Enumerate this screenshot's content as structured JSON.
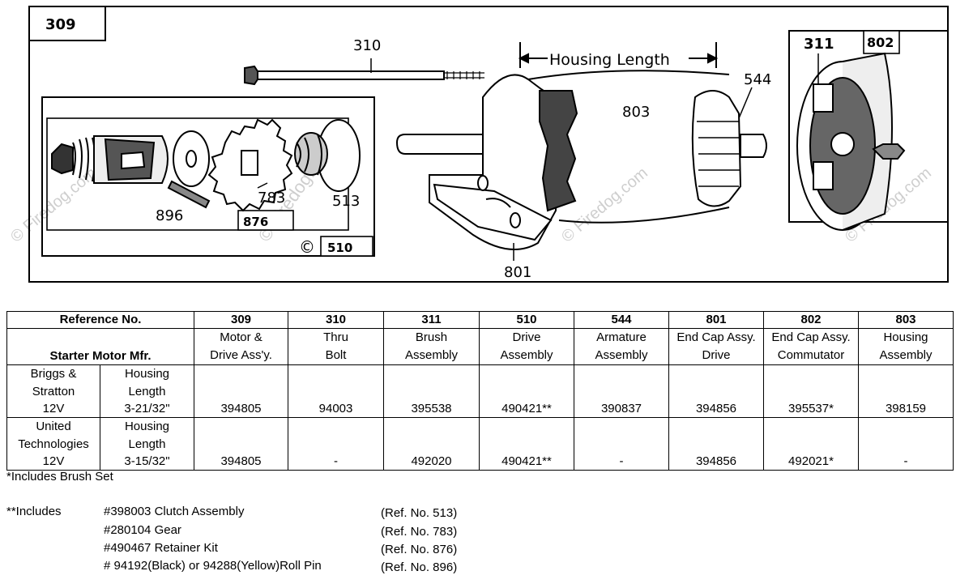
{
  "diagram": {
    "figure_number": "309",
    "callouts": {
      "thru_bolt": "310",
      "brush_assembly": "311",
      "end_cap_commutator": "802",
      "housing_length_label": "Housing Length",
      "armature": "544",
      "housing": "803",
      "drive_assembly_box": "510",
      "retainer_kit_box": "876",
      "gear": "783",
      "clutch": "513",
      "roll_pin": "896",
      "end_cap_drive": "801"
    },
    "watermark": "© Firedog.com"
  },
  "table": {
    "ref_header": "Reference No.",
    "mfr_header": "Starter Motor Mfr.",
    "columns": [
      {
        "ref": "309",
        "desc1": "Motor &",
        "desc2": "Drive Ass'y."
      },
      {
        "ref": "310",
        "desc1": "Thru",
        "desc2": "Bolt"
      },
      {
        "ref": "311",
        "desc1": "Brush",
        "desc2": "Assembly"
      },
      {
        "ref": "510",
        "desc1": "Drive",
        "desc2": "Assembly"
      },
      {
        "ref": "544",
        "desc1": "Armature",
        "desc2": "Assembly"
      },
      {
        "ref": "801",
        "desc1": "End Cap Assy.",
        "desc2": "Drive"
      },
      {
        "ref": "802",
        "desc1": "End Cap Assy.",
        "desc2": "Commutator"
      },
      {
        "ref": "803",
        "desc1": "Housing",
        "desc2": "Assembly"
      }
    ],
    "groups": [
      {
        "mfr1": "Briggs &",
        "mfr2": "Stratton",
        "len1": "Housing",
        "len2": "Length",
        "voltage": "12V",
        "length": "3-21/32\"",
        "values": [
          "394805",
          "94003",
          "395538",
          "490421**",
          "390837",
          "394856",
          "395537*",
          "398159"
        ]
      },
      {
        "mfr1": "United",
        "mfr2": "Technologies",
        "len1": "Housing",
        "len2": "Length",
        "voltage": "12V",
        "length": "3-15/32\"",
        "values": [
          "394805",
          "-",
          "492020",
          "490421**",
          "-",
          "394856",
          "492021*",
          "-"
        ]
      }
    ]
  },
  "notes": {
    "single_star": "*Includes Brush Set",
    "double_star_label": "**Includes",
    "items": [
      {
        "part": "#398003  Clutch  Assembly",
        "ref": "(Ref. No. 513)"
      },
      {
        "part": "#280104  Gear",
        "ref": "(Ref. No. 783)"
      },
      {
        "part": "#490467  Retainer  Kit",
        "ref": "(Ref. No. 876)"
      },
      {
        "part": "# 94192(Black)  or  94288(Yellow)Roll  Pin",
        "ref": "(Ref. No. 896)"
      }
    ]
  }
}
